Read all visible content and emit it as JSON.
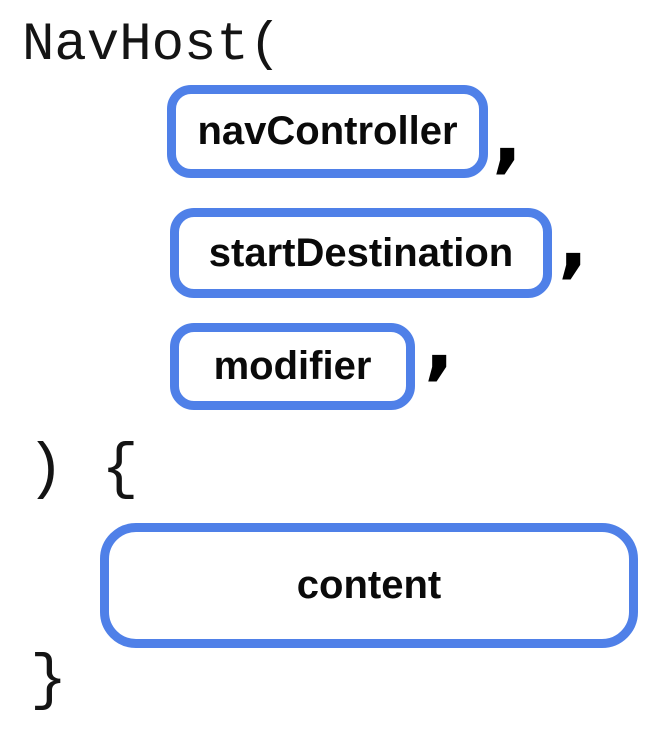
{
  "diagram": {
    "title_semantic": "NavHost composable signature diagram",
    "function_open": "NavHost(",
    "body_open": ") {",
    "body_close": "}",
    "comma": ",",
    "parameters": [
      {
        "label": "navController"
      },
      {
        "label": "startDestination"
      },
      {
        "label": "modifier"
      }
    ],
    "content_slot": {
      "label": "content"
    },
    "colors": {
      "pill_border_blue": "#4F80E8",
      "code_text": "#141414",
      "pill_text": "#0A0A0A",
      "background": "#FFFFFF"
    }
  }
}
